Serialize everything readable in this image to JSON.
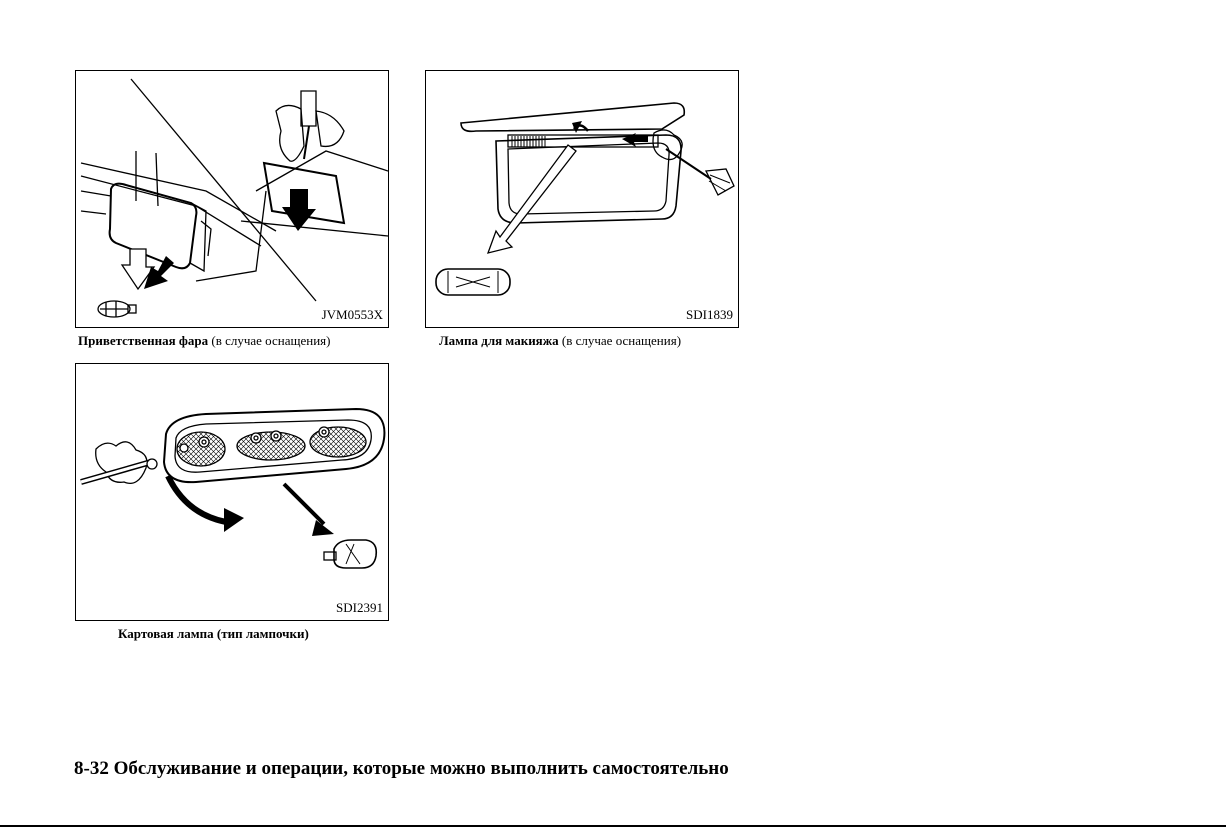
{
  "figures": [
    {
      "code": "JVM0553X",
      "caption_bold": "Приветственная фара",
      "caption_regular": " (в случае оснащения)"
    },
    {
      "code": "SDI1839",
      "caption_bold": "Лампа для макияжа",
      "caption_regular": " (в случае оснащения)"
    },
    {
      "code": "SDI2391",
      "caption": "Картовая лампа (тип лампочки)"
    }
  ],
  "footer": {
    "text": "8-32 Обслуживание и операции, которые можно выполнить самостоятельно"
  }
}
